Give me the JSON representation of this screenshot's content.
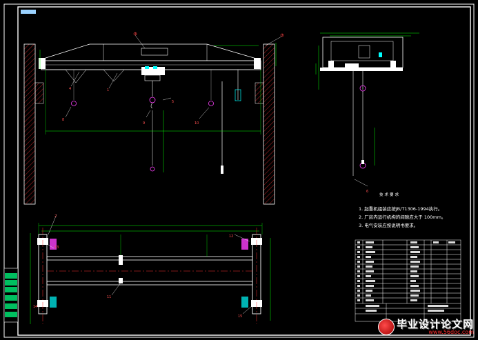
{
  "notes": {
    "title": "技术要求",
    "items": [
      "1.  起重机组装应按JB/T1306-1994执行。",
      "2.  厂房内运行机构的间隙应大于 100mm。",
      "3.  电气安装应按说明书要求。"
    ]
  },
  "callouts": [
    "1",
    "2",
    "3",
    "4",
    "5",
    "6",
    "7",
    "8",
    "9",
    "10",
    "11",
    "12",
    "13",
    "14",
    "15"
  ],
  "watermark": {
    "title": "毕业设计论文网",
    "url": "www.56doc.com"
  },
  "colors": {
    "background": "#000000",
    "frame": "#ffffff",
    "structure": "#ffffff",
    "dimension": "#00ff00",
    "centerline": "#ff3030",
    "hatch": "#ff3030",
    "accent": "#00ffff",
    "parts": "#ff40ff"
  }
}
